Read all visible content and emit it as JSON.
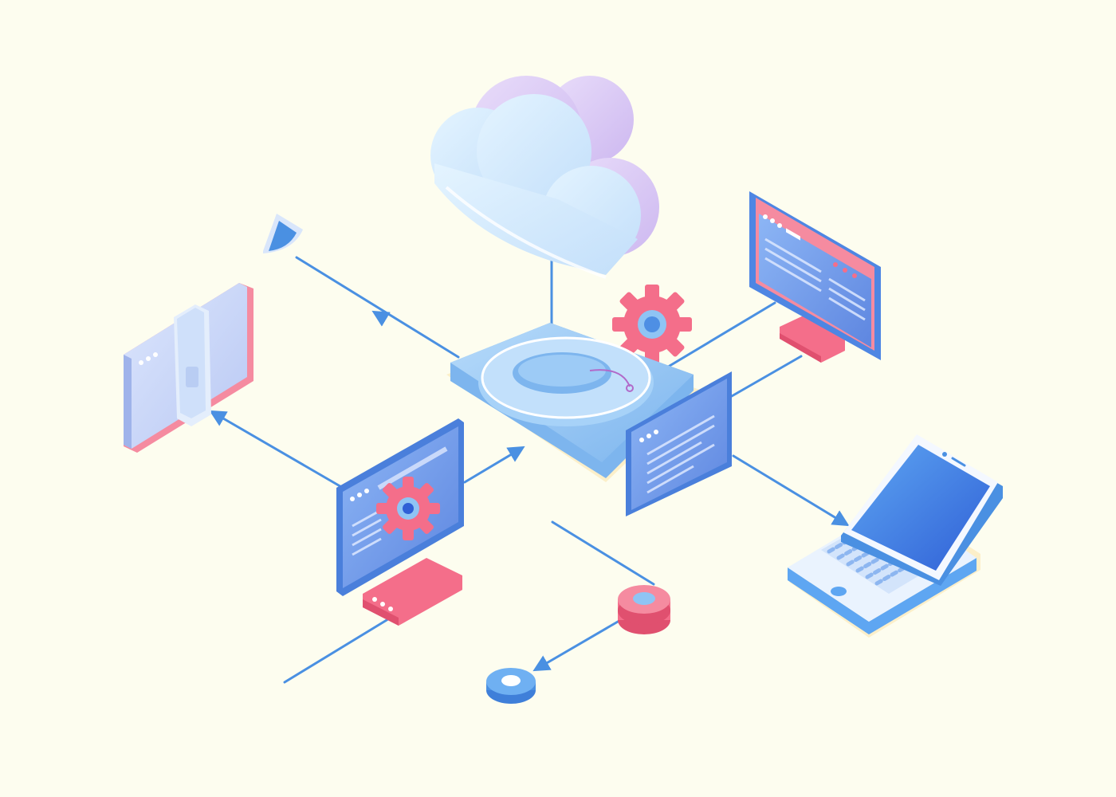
{
  "colors": {
    "background": "#FDFDEF",
    "line": "#4A90E2",
    "accent_pink": "#F46E8A",
    "cloud_light": "#DCEFFD",
    "cloud_purple": "#D7C9F4",
    "screen_blue": "#6E9BEA",
    "panel_lavender": "#C9D6F7",
    "hub_blue": "#8FC4F4"
  },
  "diagram": {
    "nodes": [
      {
        "id": "cloud",
        "icon": "cloud-icon"
      },
      {
        "id": "central-hub",
        "icon": "gear-platform-icon"
      },
      {
        "id": "top-gear",
        "icon": "gear-icon"
      },
      {
        "id": "right-monitor",
        "icon": "monitor-icon"
      },
      {
        "id": "document-panel",
        "icon": "document-icon"
      },
      {
        "id": "laptop",
        "icon": "laptop-icon"
      },
      {
        "id": "left-binder",
        "icon": "binder-icon"
      },
      {
        "id": "left-gear-monitor",
        "icon": "monitor-gear-icon"
      },
      {
        "id": "pin",
        "icon": "location-pin-icon"
      },
      {
        "id": "red-button",
        "icon": "round-button-icon"
      },
      {
        "id": "blue-button",
        "icon": "round-button-icon"
      }
    ],
    "connections": [
      {
        "from": "central-hub",
        "to": "pin",
        "arrow": true
      },
      {
        "from": "left-gear-monitor",
        "to": "left-binder",
        "arrow": true
      },
      {
        "from": "left-gear-monitor",
        "to": "central-hub",
        "arrow": true
      },
      {
        "from": "cloud",
        "to": "central-hub",
        "arrow": false
      },
      {
        "from": "central-hub",
        "to": "right-monitor",
        "arrow": false
      },
      {
        "from": "document-panel",
        "to": "laptop",
        "arrow": true
      },
      {
        "from": "red-button",
        "to": "blue-button",
        "arrow": true
      }
    ]
  }
}
